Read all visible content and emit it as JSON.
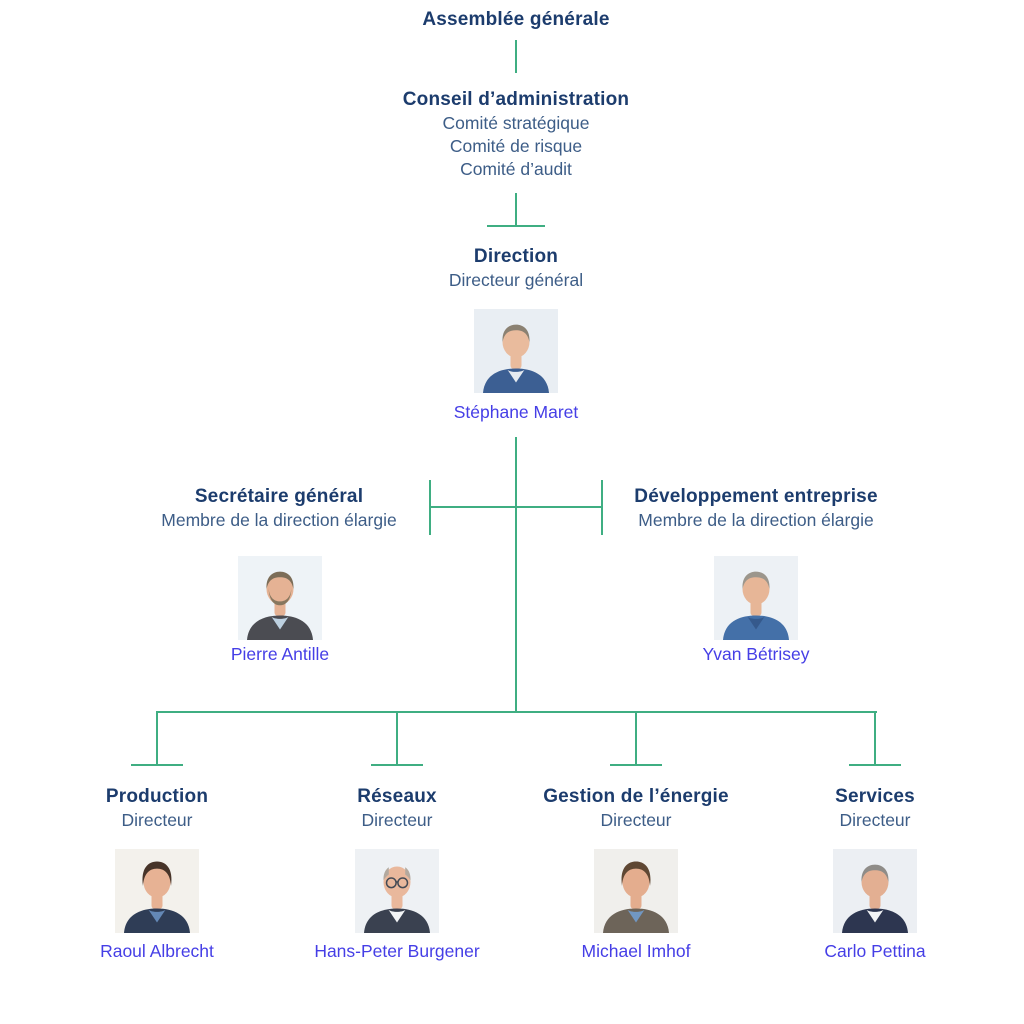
{
  "colors": {
    "heading": "#1c3c6d",
    "subtitle": "#3d5d87",
    "name_link": "#453ee6",
    "connector": "#3fae82",
    "background": "#ffffff"
  },
  "org_chart": {
    "assemblee": {
      "title": "Assemblée générale"
    },
    "conseil": {
      "title": "Conseil d’administration",
      "committees": [
        "Comité stratégique",
        "Comité de risque",
        "Comité d’audit"
      ]
    },
    "direction": {
      "title": "Direction",
      "subtitle": "Directeur général",
      "person": {
        "name": "Stéphane Maret",
        "avatar": {
          "bg": "#e9eef3",
          "skin": "#e9bb9d",
          "hair": "#8b8172",
          "style": "short",
          "jacket": "#3c5f93",
          "shirt": "#e6ebf1"
        }
      }
    },
    "staff": [
      {
        "title": "Secrétaire général",
        "subtitle": "Membre de la direction élargie",
        "person": {
          "name": "Pierre Antille",
          "avatar": {
            "bg": "#eef3f7",
            "skin": "#e5b294",
            "hair": "#7c6d58",
            "beard": "#87775f",
            "style": "short",
            "jacket": "#4b4c52",
            "shirt": "#bdd0e0"
          }
        }
      },
      {
        "title": "Développement entreprise",
        "subtitle": "Membre de la direction élargie",
        "person": {
          "name": "Yvan Bétrisey",
          "avatar": {
            "bg": "#edf1f5",
            "skin": "#e7b697",
            "hair": "#9c968c",
            "style": "short",
            "jacket": "#4470a8",
            "shirt": "#35598c"
          }
        }
      }
    ],
    "departments": [
      {
        "title": "Production",
        "subtitle": "Directeur",
        "person": {
          "name": "Raoul Albrecht",
          "avatar": {
            "bg": "#f3f1ec",
            "skin": "#e7b294",
            "hair": "#473429",
            "style": "full",
            "jacket": "#2f3d56",
            "shirt": "#6488b6"
          }
        }
      },
      {
        "title": "Réseaux",
        "subtitle": "Directeur",
        "person": {
          "name": "Hans-Peter Burgener",
          "avatar": {
            "bg": "#eef1f4",
            "skin": "#e9b89c",
            "hair": "#b3a99e",
            "style": "bald",
            "glasses": true,
            "jacket": "#3a4150",
            "shirt": "#f3f5f7"
          }
        }
      },
      {
        "title": "Gestion de l’énergie",
        "subtitle": "Directeur",
        "person": {
          "name": "Michael Imhof",
          "avatar": {
            "bg": "#f0efec",
            "skin": "#e4ad8e",
            "hair": "#5f4733",
            "style": "full",
            "jacket": "#6d6459",
            "shirt": "#7197c2"
          }
        }
      },
      {
        "title": "Services",
        "subtitle": "Directeur",
        "person": {
          "name": "Carlo Pettina",
          "avatar": {
            "bg": "#eceff3",
            "skin": "#e3af92",
            "hair": "#8f8c88",
            "style": "short",
            "jacket": "#2d3650",
            "shirt": "#f2f4f6"
          }
        }
      }
    ]
  }
}
